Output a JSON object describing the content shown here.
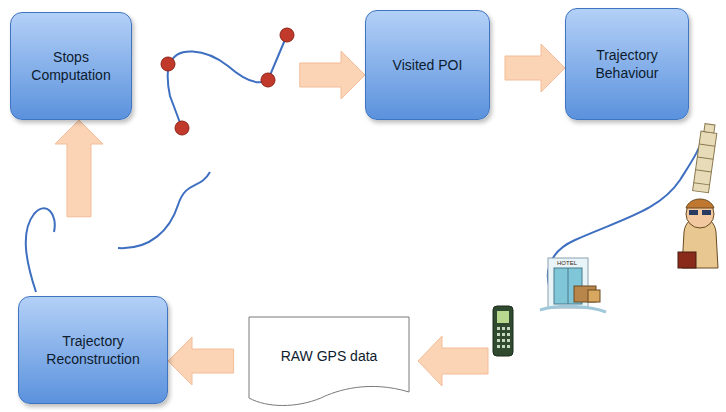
{
  "diagram": {
    "nodes": [
      {
        "text": [
          "Stops Computation"
        ]
      },
      {
        "text": [
          "Visited POI"
        ]
      },
      {
        "text": [
          "Trajectory Behaviour"
        ]
      },
      {
        "text": [
          "Trajectory Reconstruction"
        ]
      },
      {
        "text": [
          "RAW GPS data"
        ]
      }
    ],
    "edges": [
      {
        "from": 4,
        "to": 3,
        "arrow": "to"
      },
      {
        "from": 3,
        "to": 0,
        "arrow": "to"
      },
      {
        "from": 0,
        "to": 1,
        "arrow": "to"
      },
      {
        "from": 1,
        "to": 2,
        "arrow": "to"
      }
    ],
    "labels": [
      "HOTEL"
    ]
  }
}
